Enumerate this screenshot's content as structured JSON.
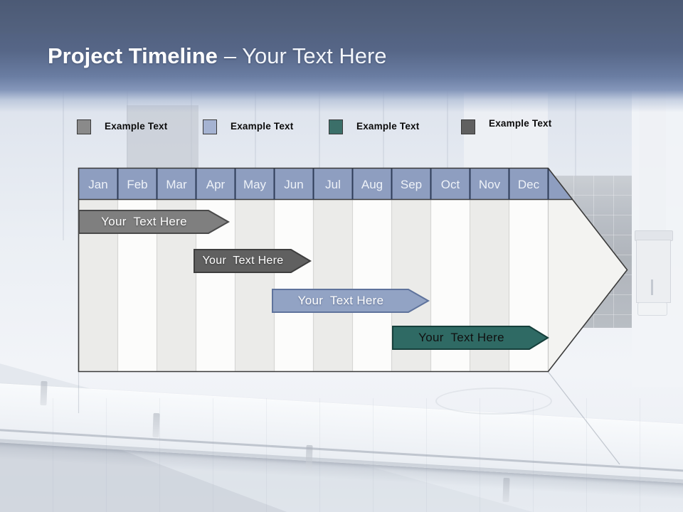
{
  "slide": {
    "title": {
      "primary": "Project Timeline",
      "secondary": "– Your Text Here"
    }
  },
  "legend": {
    "items": [
      {
        "label": "Example Text",
        "color": "#8a8a8a"
      },
      {
        "label": "Example Text",
        "color": "#a5b3d2"
      },
      {
        "label": "Example Text",
        "color": "#3b6f69"
      },
      {
        "label": "Example Text",
        "color": "#606060"
      }
    ]
  },
  "timeline": {
    "months": [
      "Jan",
      "Feb",
      "Mar",
      "Apr",
      "May",
      "Jun",
      "Jul",
      "Aug",
      "Sep",
      "Oct",
      "Nov",
      "Dec"
    ],
    "header_color": "#8e9ec0",
    "tasks": [
      {
        "label": "Your  Text Here",
        "fill": "#7f7f7f",
        "stroke": "#4a4a4a",
        "text_color": "#ffffff",
        "span": "Jan–Apr"
      },
      {
        "label": "Your  Text Here",
        "fill": "#606060",
        "stroke": "#3e3e3e",
        "text_color": "#ffffff",
        "span": "Apr–Jun"
      },
      {
        "label": "Your  Text Here",
        "fill": "#92a3c4",
        "stroke": "#5f739c",
        "text_color": "#ffffff",
        "span": "Jun–Sep"
      },
      {
        "label": "Your  Text Here",
        "fill": "#2f6a64",
        "stroke": "#163f3b",
        "text_color": "#111111",
        "span": "Sep–Dec"
      }
    ]
  }
}
